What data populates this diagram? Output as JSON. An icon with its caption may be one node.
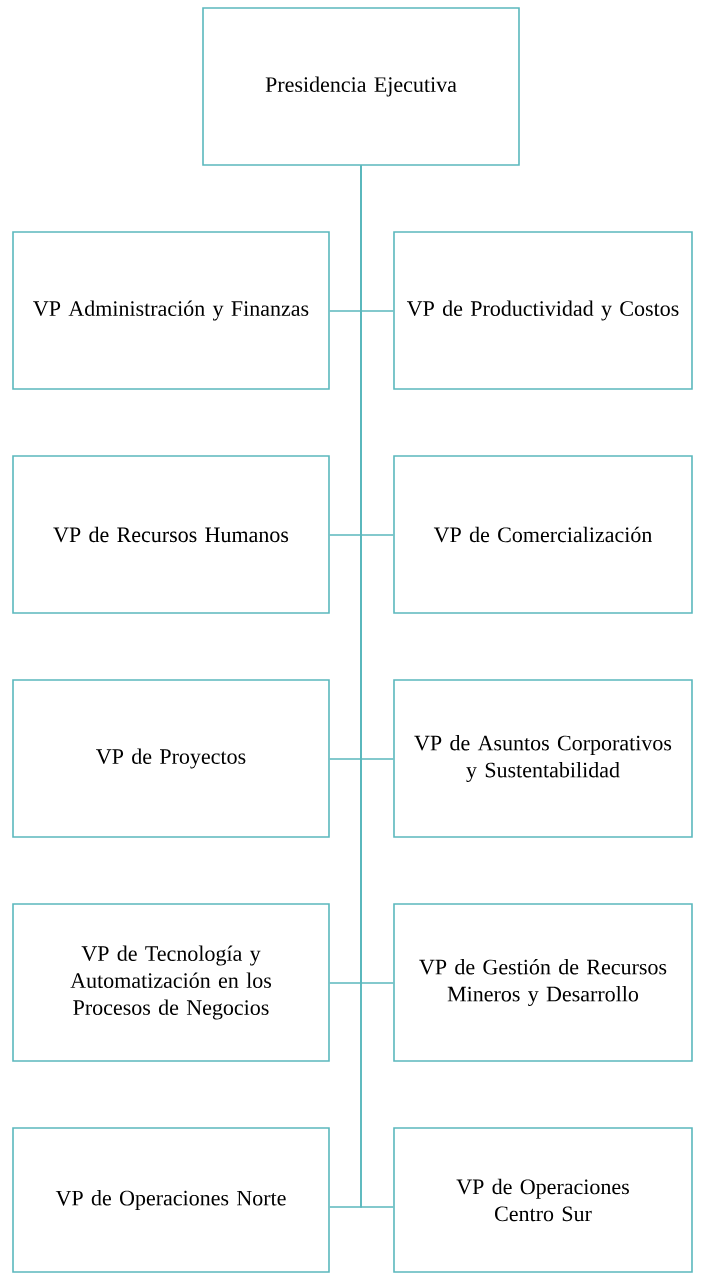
{
  "diagram": {
    "nodes": [
      {
        "text": [
          "Presidencia Ejecutiva"
        ]
      },
      {
        "text": [
          "VP Administración y Finanzas"
        ]
      },
      {
        "text": [
          "VP de Productividad y Costos"
        ]
      },
      {
        "text": [
          "VP de Recursos Humanos"
        ]
      },
      {
        "text": [
          "VP de Comercialización"
        ]
      },
      {
        "text": [
          "VP de Proyectos"
        ]
      },
      {
        "text": [
          "VP de Asuntos Corporativos y Sustentabilidad"
        ]
      },
      {
        "text": [
          "VP de Tecnología y Automatización en los Procesos de Negocios"
        ]
      },
      {
        "text": [
          "VP de Gestión de Recursos Mineros y Desarrollo"
        ]
      },
      {
        "text": [
          "VP de Operaciones Norte"
        ]
      },
      {
        "text": [
          "VP de Operaciones Centro Sur"
        ]
      }
    ],
    "edges": [
      {
        "from": 0,
        "to": 1,
        "arrow": "none"
      },
      {
        "from": 0,
        "to": 2,
        "arrow": "none"
      },
      {
        "from": 0,
        "to": 3,
        "arrow": "none"
      },
      {
        "from": 0,
        "to": 4,
        "arrow": "none"
      },
      {
        "from": 0,
        "to": 5,
        "arrow": "none"
      },
      {
        "from": 0,
        "to": 6,
        "arrow": "none"
      },
      {
        "from": 0,
        "to": 7,
        "arrow": "none"
      },
      {
        "from": 0,
        "to": 8,
        "arrow": "none"
      },
      {
        "from": 0,
        "to": 9,
        "arrow": "none"
      },
      {
        "from": 0,
        "to": 10,
        "arrow": "none"
      }
    ]
  }
}
